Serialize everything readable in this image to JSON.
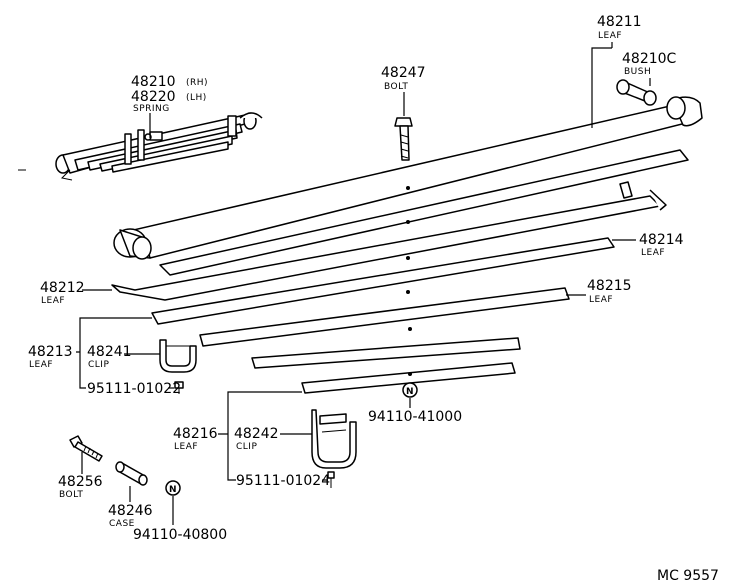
{
  "labels": {
    "p48211": {
      "num": "48211",
      "desc": "LEAF"
    },
    "p48210c": {
      "num": "48210C",
      "desc": "BUSH"
    },
    "p48247": {
      "num": "48247",
      "desc": "BOLT"
    },
    "p48210": {
      "num": "48210",
      "side": "(RH)"
    },
    "p48220": {
      "num": "48220",
      "side": "(LH)",
      "desc": "SPRING"
    },
    "p48214": {
      "num": "48214",
      "desc": "LEAF"
    },
    "p48212": {
      "num": "48212",
      "desc": "LEAF"
    },
    "p48215": {
      "num": "48215",
      "desc": "LEAF"
    },
    "p48213": {
      "num": "48213",
      "desc": "LEAF"
    },
    "p48241": {
      "num": "48241",
      "desc": "CLIP"
    },
    "p95111a": {
      "num": "95111-01022"
    },
    "p94110a": {
      "num": "94110-41000"
    },
    "p48216": {
      "num": "48216",
      "desc": "LEAF"
    },
    "p48242": {
      "num": "48242",
      "desc": "CLIP"
    },
    "p95111b": {
      "num": "95111-01024"
    },
    "p48256": {
      "num": "48256",
      "desc": "BOLT"
    },
    "p48246": {
      "num": "48246",
      "desc": "CASE"
    },
    "p94110b": {
      "num": "94110-40800"
    },
    "nut_mark": "N",
    "catalog": "MC 9557"
  }
}
